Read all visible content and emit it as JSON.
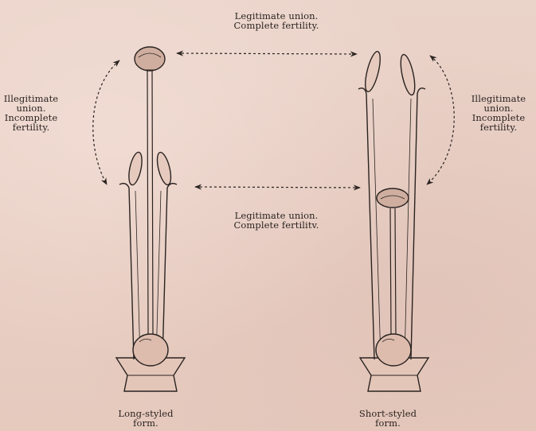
{
  "figure": {
    "legitimate_top": {
      "line1": "Legitimate union.",
      "line2": "Complete fertility."
    },
    "legitimate_middle": {
      "line1": "Legitimate union.",
      "line2": "Complete fertilitv."
    },
    "illegitimate_left": {
      "line1": "Illegitimate",
      "line2": "union.",
      "line3": "Incomplete",
      "line4": "fertility."
    },
    "illegitimate_right": {
      "line1": "Illegitimate",
      "line2": "union.",
      "line3": "Incomplete",
      "line4": "fertility."
    },
    "long_styled_caption": {
      "line1": "Long-styled",
      "line2": "form."
    },
    "short_styled_caption": {
      "line1": "Short-styled",
      "line2": "form."
    }
  },
  "colors": {
    "paper": "#e8cfc4",
    "ink": "#2a2320"
  }
}
